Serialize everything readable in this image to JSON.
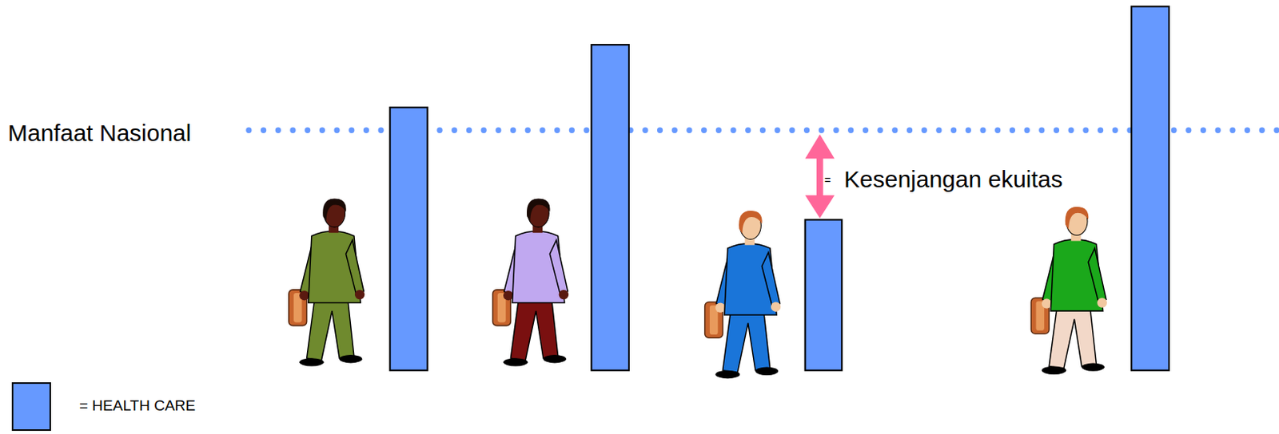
{
  "diagram": {
    "labels": [
      "Manfaat Nasional",
      "=",
      "Kesenjangan ekuitas"
    ],
    "legend": [
      {
        "text": "= HEALTH CARE",
        "color": "#6699ff"
      }
    ]
  }
}
